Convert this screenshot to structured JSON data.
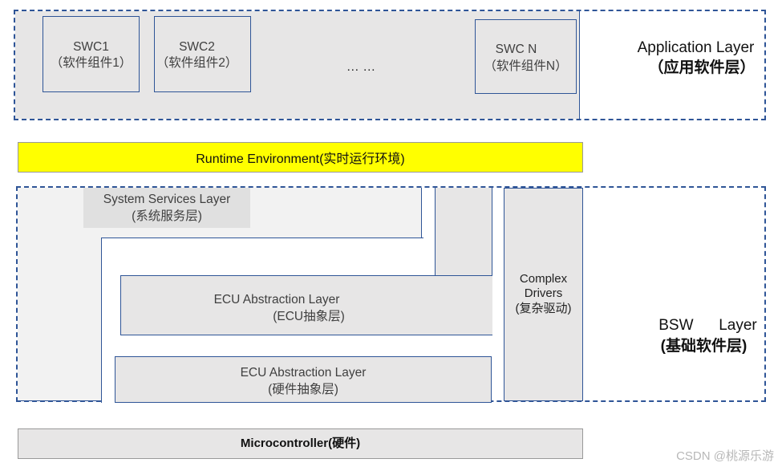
{
  "app_layer": {
    "swc1": {
      "name": "SWC1",
      "sub": "（软件组件1）"
    },
    "swc2": {
      "name": "SWC2",
      "sub": "（软件组件2）"
    },
    "ellipsis": "…  …",
    "swcn": {
      "name": "SWC N",
      "sub": "（软件组件N）"
    },
    "label_en": "Application Layer",
    "label_cn": "（应用软件层）"
  },
  "rte": {
    "label": "Runtime Environment(实时运行环境)"
  },
  "bsw": {
    "system_services": {
      "name": "System Services Layer",
      "sub": "(系统服务层)"
    },
    "ecu_abstraction": {
      "name": "ECU Abstraction Layer",
      "sub": "(ECU抽象层)"
    },
    "hw_abstraction": {
      "name": "ECU Abstraction Layer",
      "sub": "(硬件抽象层)"
    },
    "complex_drivers": {
      "line1": "Complex",
      "line2": "Drivers",
      "sub": "(复杂驱动)"
    },
    "label_en": "BSW      Layer",
    "label_cn": "(基础软件层)"
  },
  "mcu": {
    "label": "Microcontroller(硬件)"
  },
  "watermark": "CSDN @桃源乐游"
}
